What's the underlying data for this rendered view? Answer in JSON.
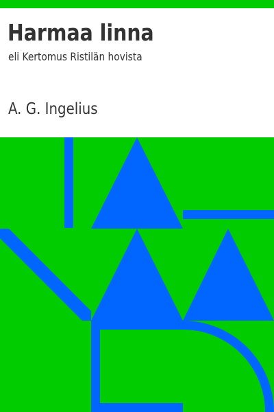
{
  "book": {
    "title": "Harmaa linna",
    "subtitle": "eli Kertomus Ristilän hovista",
    "author": "A. G. Ingelius"
  },
  "colors": {
    "background": "#ffffff",
    "text": "#333333",
    "pattern_background": "#00cc00",
    "pattern_shape": "#0066ff"
  }
}
